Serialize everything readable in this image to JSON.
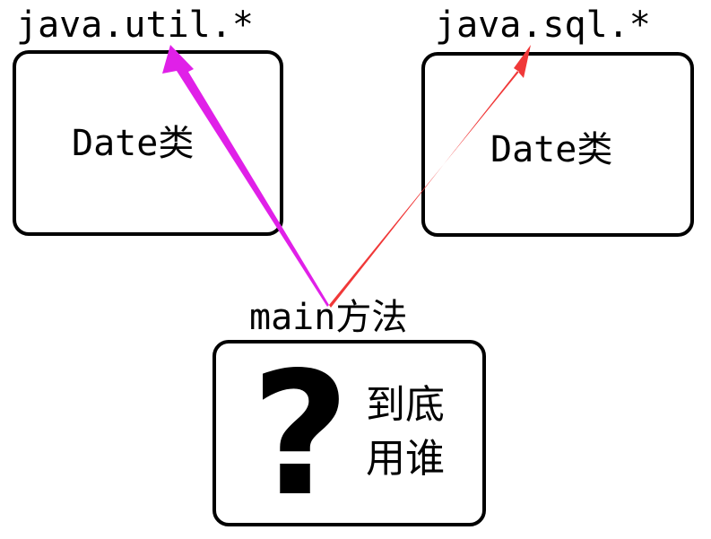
{
  "left_package": {
    "label": "java.util.*",
    "class_label": "Date类"
  },
  "right_package": {
    "label": "java.sql.*",
    "class_label": "Date类"
  },
  "main_method": {
    "label": "main方法",
    "question_mark": "?",
    "query_line1": "到底",
    "query_line2": "用谁"
  },
  "colors": {
    "left_arrow": "#e020e8",
    "right_arrow": "#f03838",
    "border": "#000000"
  }
}
